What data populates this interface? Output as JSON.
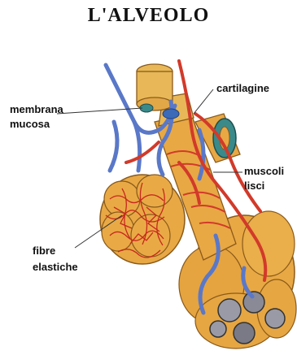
{
  "title": "L'ALVEOLO",
  "labels": {
    "membrana_1": "membrana",
    "membrana_2": "mucosa",
    "cartilagine": "cartilagine",
    "muscoli_1": "muscoli",
    "muscoli_2": "lisci",
    "fibre_1": "fibre",
    "fibre_2": "elastiche"
  },
  "colors": {
    "alveolus_fill": "#e8a844",
    "alveolus_stroke": "#8a5a1a",
    "cartilage": "#e8b858",
    "vein_blue": "#5a78c8",
    "artery_red": "#d23a2a",
    "mucosa_teal": "#3a8a8a",
    "fiber_red": "#c8281e",
    "alveolus_inner": "#9a9aa6"
  }
}
